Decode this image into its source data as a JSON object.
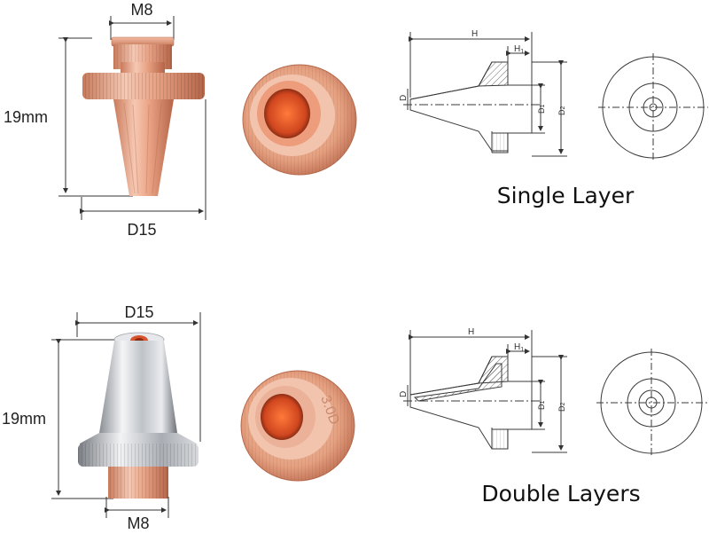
{
  "top": {
    "height_label": "19mm",
    "thread_label": "M8",
    "diameter_label": "D15",
    "caption": "Single Layer",
    "drawing": {
      "h_label": "H",
      "h1_label": "H",
      "h1_sub": "1",
      "d_label": "D",
      "d1_label": "D",
      "d1_sub": "1",
      "d2_label": "D",
      "d2_sub": "2"
    }
  },
  "bottom": {
    "height_label": "19mm",
    "thread_label": "M8",
    "diameter_label": "D15",
    "caption": "Double Layers",
    "engraving": "3.0D",
    "drawing": {
      "h_label": "H",
      "h1_label": "H",
      "h1_sub": "1",
      "d_label": "D",
      "d1_label": "D",
      "d1_sub": "1",
      "d2_label": "D",
      "d2_sub": "2"
    }
  },
  "colors": {
    "copper": "#e8a283",
    "copper_dark": "#b9654a",
    "copper_inner": "#d8542e",
    "chrome": "#c9ccd0",
    "chrome_dark": "#7c8086",
    "line": "#3a3a3a"
  }
}
